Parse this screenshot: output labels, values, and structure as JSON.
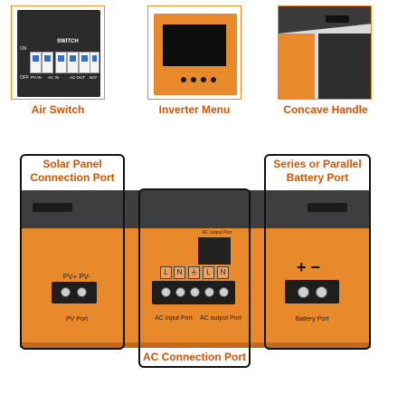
{
  "features": [
    {
      "caption": "Air Switch"
    },
    {
      "caption": "Inverter Menu"
    },
    {
      "caption": "Concave Handle"
    }
  ],
  "air_switch_panel": {
    "title": "SWITCH",
    "on_label": "ON",
    "off_label": "OFF",
    "port_labels": [
      "PV IN",
      "AC IN",
      "AC OUT",
      "BAT"
    ]
  },
  "callouts": {
    "solar": "Solar Panel\nConnection Port",
    "series": "Series or Parallel\nBattery Port",
    "ac": "AC Connection Port"
  },
  "device": {
    "ac_output_socket_label": "AC output Port",
    "pv_polarity": "PV+ PV-",
    "pv_port_label": "PV  Port",
    "ac_terminals": [
      "L",
      "N",
      "⏚",
      "L",
      "N"
    ],
    "ac_input_label": "AC input  Port",
    "ac_output_label": "AC output  Port",
    "battery_polarity": "+ −",
    "battery_port_label": "Battery  Port"
  },
  "colors": {
    "accent": "#d35400",
    "device_orange": "#e8892b",
    "device_dark": "#3e3e3e"
  }
}
